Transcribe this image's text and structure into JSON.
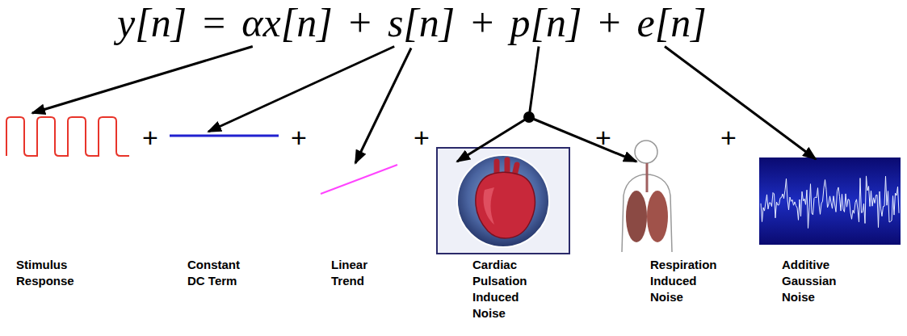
{
  "diagram": {
    "labels": [
      "y[n]",
      "=",
      "αx[n]",
      "+",
      "s[n]",
      "+",
      "p[n]",
      "+",
      "e[n]",
      "+",
      "+",
      "+",
      "+",
      "+",
      "Stimulus Response",
      "Constant DC Term",
      "Linear Trend",
      "Cardiac Pulsation Induced Noise",
      "Respiration Induced Noise",
      "Additive Gaussian Noise"
    ]
  }
}
